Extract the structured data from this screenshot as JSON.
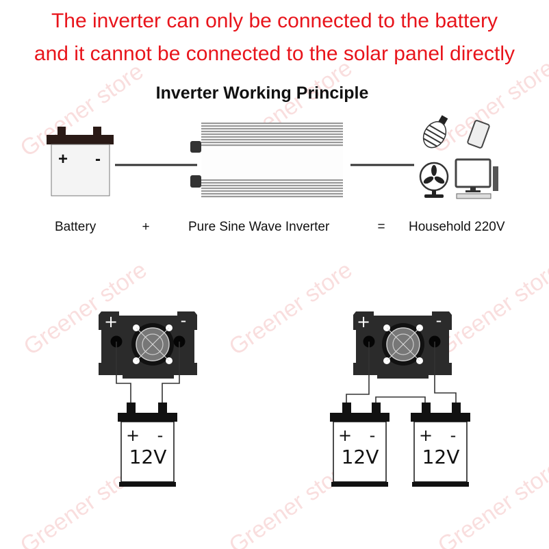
{
  "header": {
    "line1": "The inverter can only be connected to the battery",
    "line2": "and it cannot be connected to the solar panel directly"
  },
  "principle": {
    "title": "Inverter Working Principle",
    "battery_label": "Battery",
    "plus": "+",
    "inverter_label": "Pure Sine Wave Inverter",
    "equals": "=",
    "household_label": "Household 220V",
    "battery_plus": "+",
    "battery_minus": "-"
  },
  "wiring": {
    "plus": "+",
    "minus": "-",
    "battery_voltage": "12V"
  },
  "watermark": "Greener store",
  "colors": {
    "header_text": "#e8141b",
    "panel": "#2b2b2b"
  }
}
